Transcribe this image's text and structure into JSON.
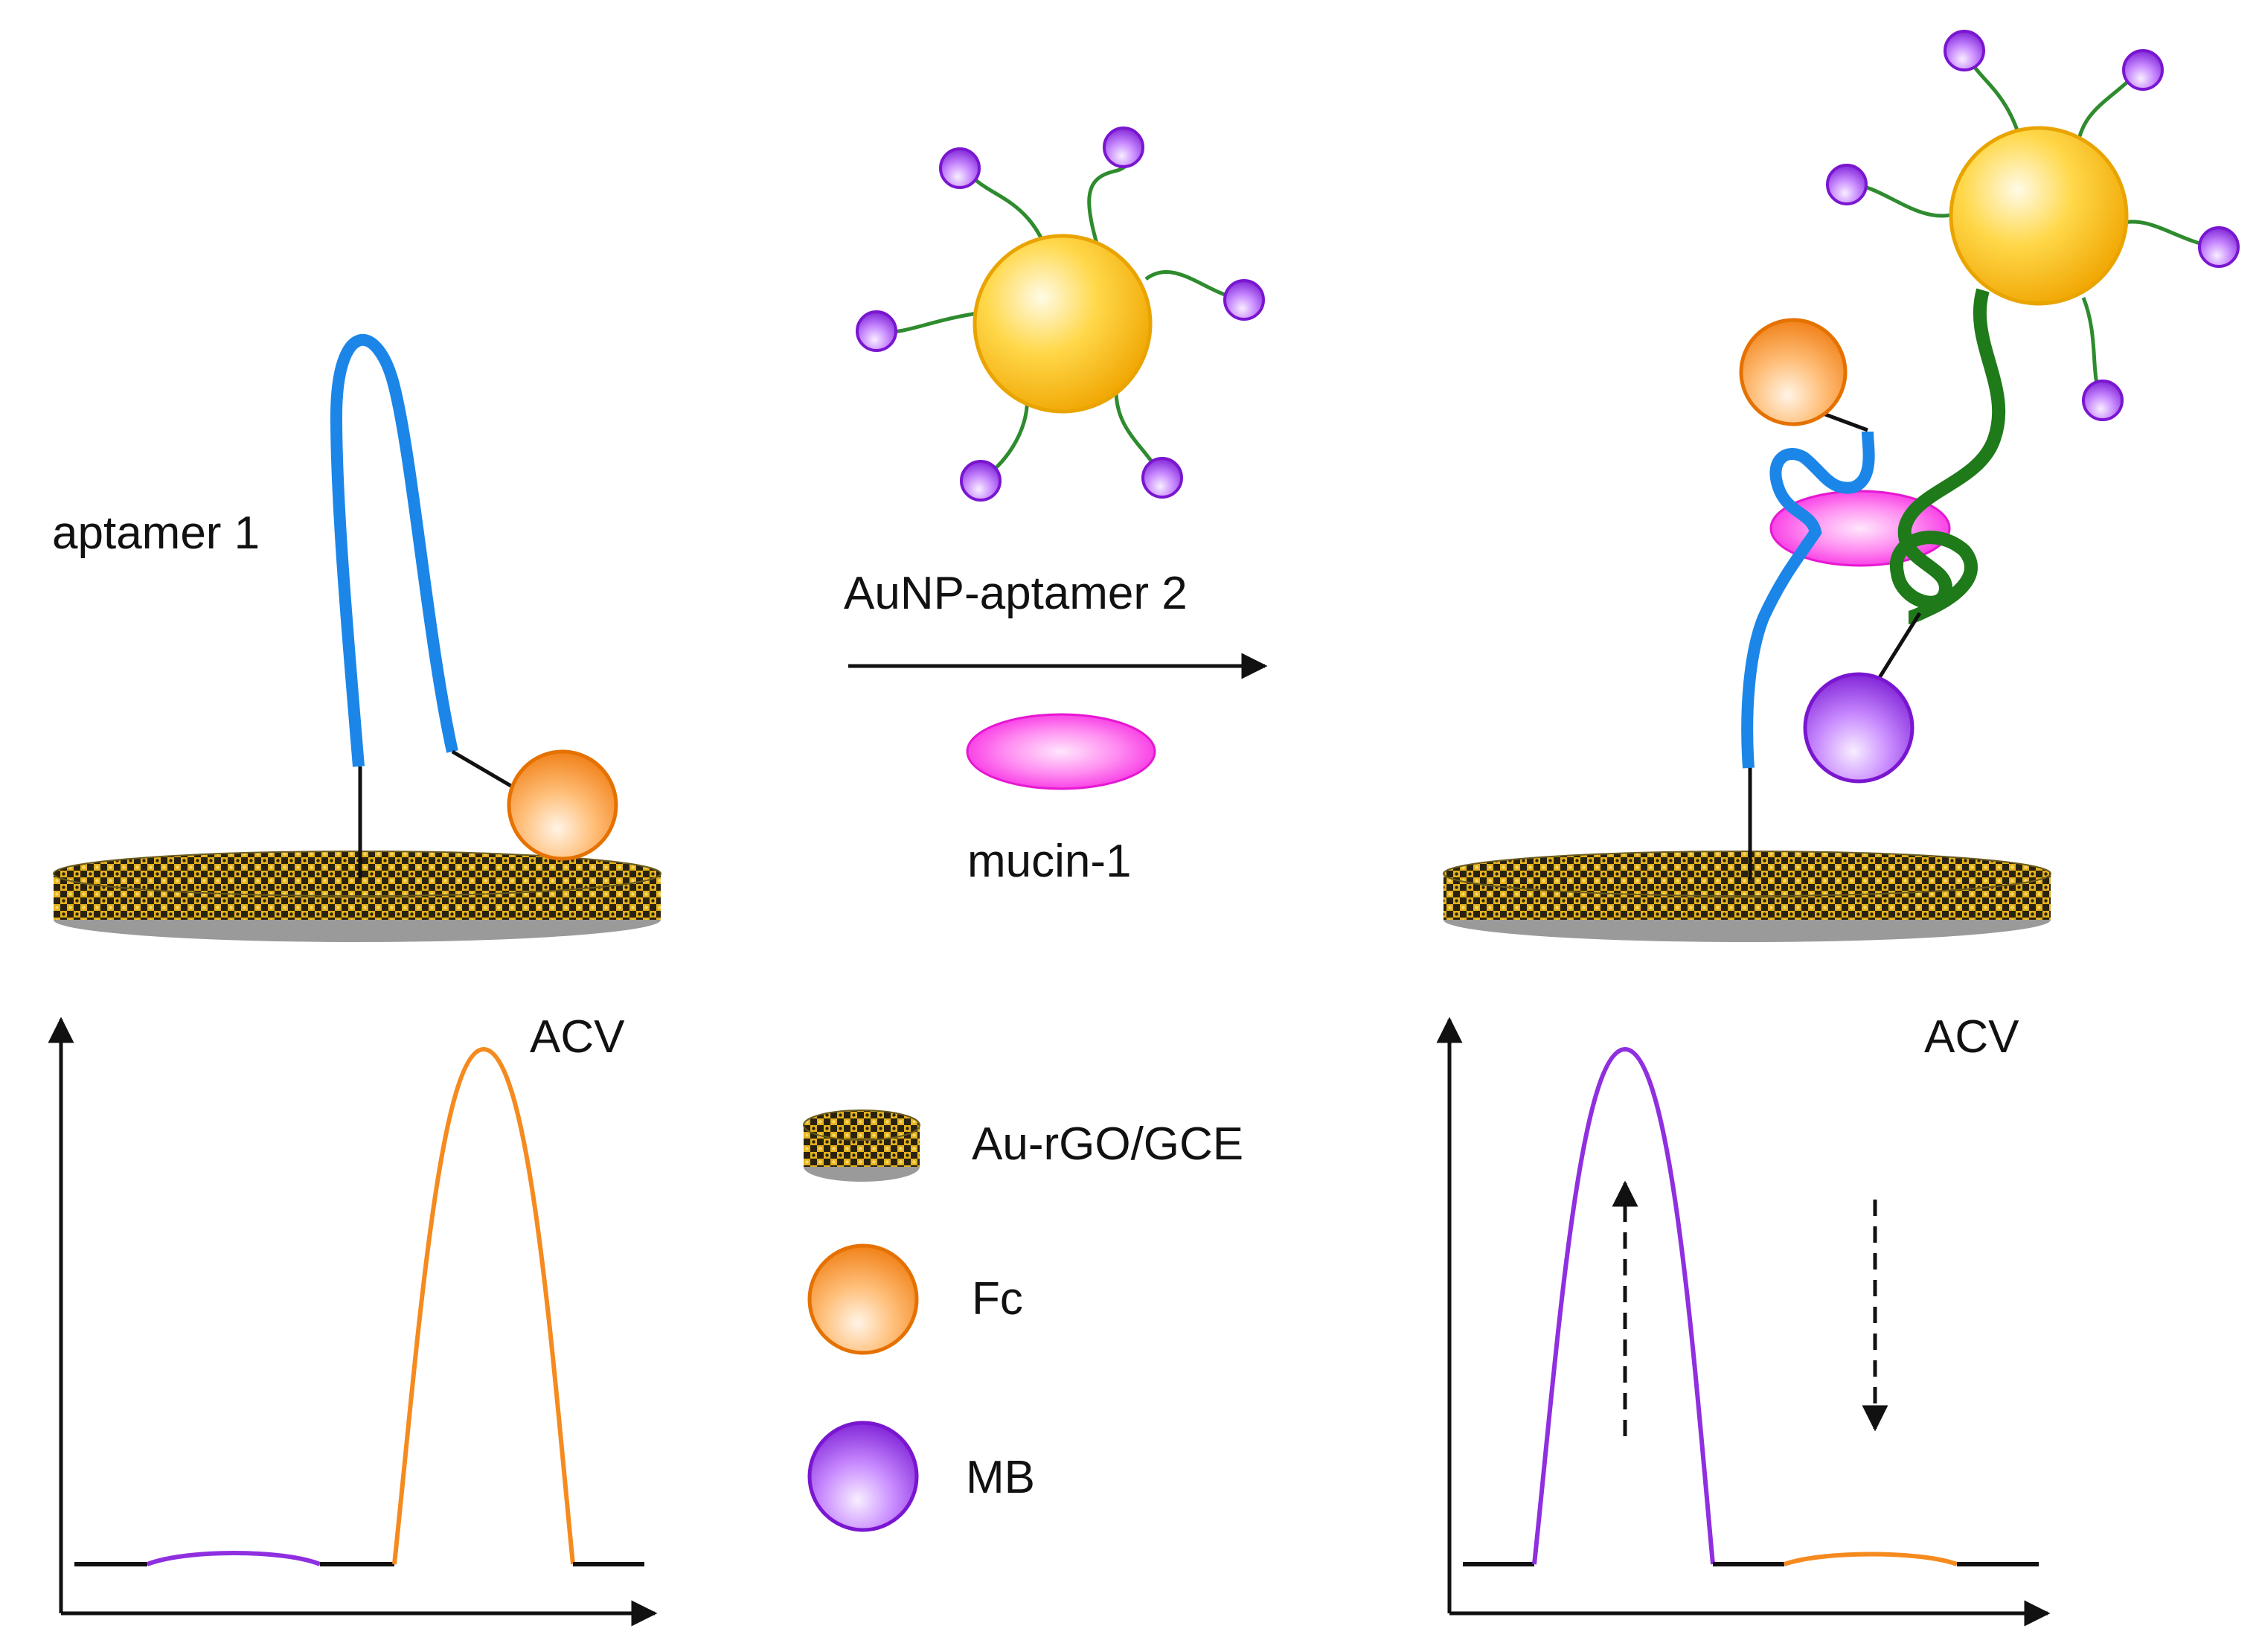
{
  "labels": {
    "aptamer1": "aptamer 1",
    "reagent": "AuNP-aptamer 2",
    "mucin": "mucin-1",
    "acv_left": "ACV",
    "acv_right": "ACV"
  },
  "legend": [
    {
      "id": "electrode",
      "label": "Au-rGO/GCE"
    },
    {
      "id": "fc",
      "label": "Fc"
    },
    {
      "id": "mb",
      "label": "MB"
    }
  ],
  "colors": {
    "aptamer1": "#1b86e8",
    "aptamer2": "#1f7a1a",
    "linker": "#2e8b2e",
    "ferrocene": "#f58a1f",
    "methylene_blue": "#8f2fe0",
    "gold": "#f2b300",
    "mucin": "#ff35e6",
    "peak_fc": "#f58a1f",
    "peak_mb": "#8f2fe0"
  },
  "chart_data": [
    {
      "type": "line",
      "title": "ACV",
      "xlabel": "",
      "ylabel": "",
      "series": [
        {
          "signal": "MB",
          "peak": "small"
        },
        {
          "signal": "Fc",
          "peak": "large"
        }
      ]
    },
    {
      "type": "line",
      "title": "ACV",
      "xlabel": "",
      "ylabel": "",
      "series": [
        {
          "signal": "MB",
          "peak": "large",
          "trend": "increase"
        },
        {
          "signal": "Fc",
          "peak": "small",
          "trend": "decrease"
        }
      ]
    }
  ]
}
